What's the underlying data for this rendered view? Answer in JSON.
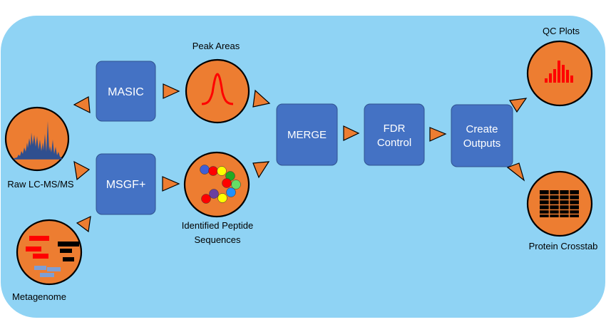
{
  "processes": {
    "masic": "MASIC",
    "msgf": "MSGF+",
    "merge": "MERGE",
    "fdr": [
      "FDR",
      "Control"
    ],
    "create_outputs": [
      "Create",
      "Outputs"
    ]
  },
  "nodes": {
    "raw": "Raw LC-MS/MS",
    "metagenome": "Metagenome",
    "peak_areas": "Peak Areas",
    "peptides": [
      "Identified Peptide",
      "Sequences"
    ],
    "qc_plots": "QC Plots",
    "protein_crosstab": "Protein Crosstab"
  },
  "icons": {
    "raw": "mass-spectrum-icon",
    "metagenome": "gene-blocks-icon",
    "peak_areas": "gaussian-peak-icon",
    "peptides": "peptide-beads-icon",
    "qc_plots": "histogram-icon",
    "protein_crosstab": "table-grid-icon"
  },
  "colors": {
    "background": "#8fd3f4",
    "process_box": "#4472c4",
    "node_fill": "#ed7d31",
    "icon_red": "#ff0000",
    "spectrum_blue": "#2f4f8f"
  }
}
